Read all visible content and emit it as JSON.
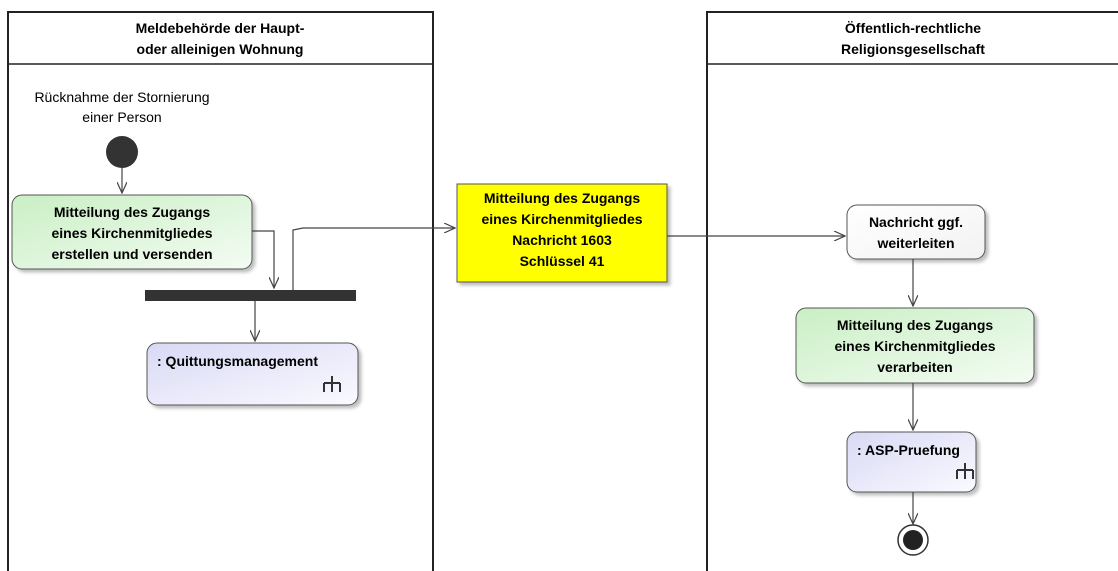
{
  "lanes": {
    "left": {
      "title_line1": "Meldebehörde der Haupt-",
      "title_line2": "oder alleinigen Wohnung"
    },
    "right": {
      "title_line1": "Öffentlich-rechtliche",
      "title_line2": "Religionsgesellschaft"
    }
  },
  "start_note": {
    "line1": "Rücknahme der Stornierung",
    "line2": "einer Person"
  },
  "actions": {
    "create_send": {
      "line1": "Mitteilung des Zugangs",
      "line2": "eines Kirchenmitgliedes",
      "line3": "erstellen und versenden"
    },
    "quittung": {
      "label": ": Quittungsmanagement"
    },
    "message": {
      "line1": "Mitteilung des Zugangs",
      "line2": "eines Kirchenmitgliedes",
      "line3": "Nachricht 1603",
      "line4": "Schlüssel 41"
    },
    "forward": {
      "line1": "Nachricht ggf.",
      "line2": "weiterleiten"
    },
    "process": {
      "line1": "Mitteilung des Zugangs",
      "line2": "eines Kirchenmitgliedes",
      "line3": "verarbeiten"
    },
    "asp": {
      "label": ": ASP-Pruefung"
    }
  },
  "colors": {
    "action_green": "#dff5dc",
    "message_yellow": "#ffff00",
    "subactivity_lavender": "#e6e6fa",
    "line": "#444444"
  }
}
